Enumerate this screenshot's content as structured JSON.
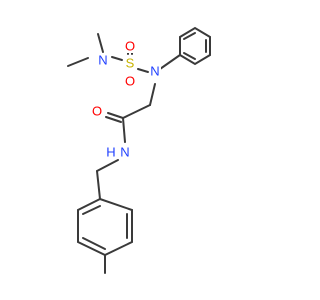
{
  "molecule": {
    "atoms": {
      "n_methyl_left": {
        "symbol": "",
        "color": "#3a3a3a"
      },
      "n_dimethyl": {
        "symbol": "N",
        "color": "#1f3fff"
      },
      "n_methyl_top": {
        "symbol": "",
        "color": "#3a3a3a"
      },
      "s_sulfonyl": {
        "symbol": "S",
        "color": "#c8b400"
      },
      "o_sulfonyl_top": {
        "symbol": "O",
        "color": "#ff0000"
      },
      "o_sulfonyl_bottom": {
        "symbol": "O",
        "color": "#ff0000"
      },
      "n_aryl": {
        "symbol": "N",
        "color": "#1f3fff"
      },
      "c_methylene": {
        "symbol": "",
        "color": "#3a3a3a"
      },
      "c_carbonyl": {
        "symbol": "",
        "color": "#3a3a3a"
      },
      "o_carbonyl": {
        "symbol": "O",
        "color": "#ff0000"
      },
      "n_amide": {
        "symbol": "N",
        "color": "#1f3fff"
      },
      "h_amide": {
        "symbol": "H",
        "color": "#1f3fff"
      },
      "c_benzyl": {
        "symbol": "",
        "color": "#3a3a3a"
      },
      "c_tolyl_methyl": {
        "symbol": "",
        "color": "#3a3a3a"
      }
    },
    "bond_color": "#3a3a3a"
  }
}
